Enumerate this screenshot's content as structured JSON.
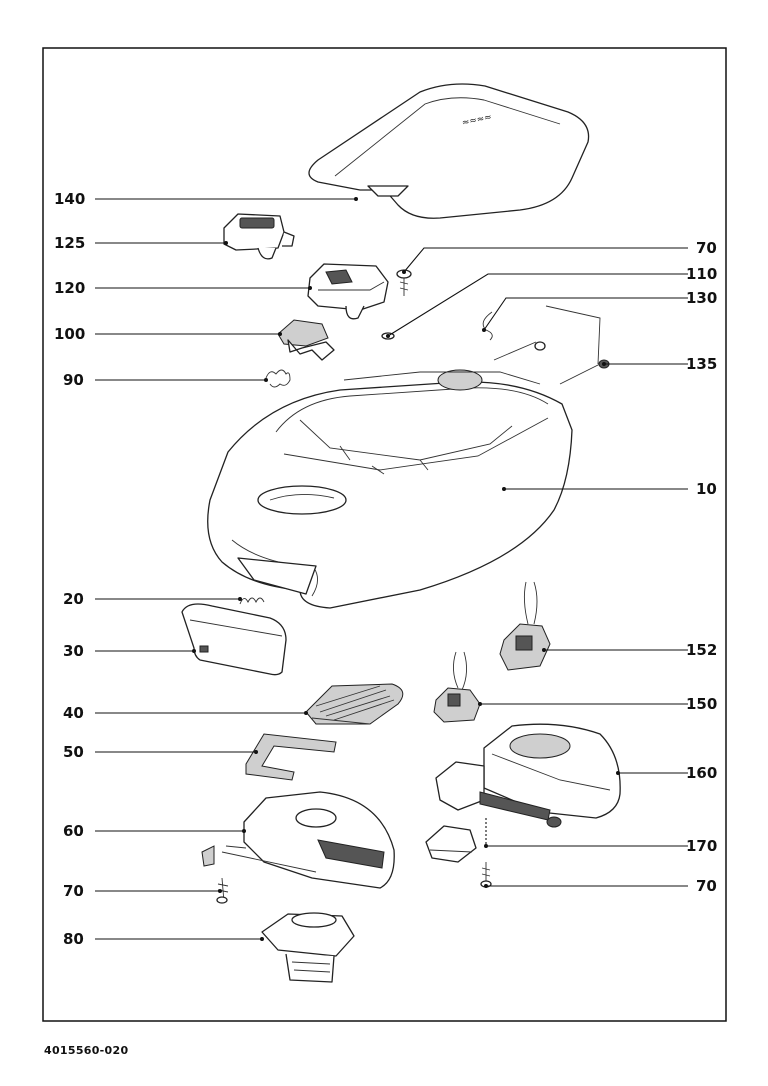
{
  "document_code": "4015560-020",
  "callouts_left": [
    {
      "id": "140",
      "label": "140"
    },
    {
      "id": "125",
      "label": "125"
    },
    {
      "id": "120",
      "label": "120"
    },
    {
      "id": "100",
      "label": "100"
    },
    {
      "id": "90",
      "label": "90"
    },
    {
      "id": "20",
      "label": "20"
    },
    {
      "id": "30",
      "label": "30"
    },
    {
      "id": "40",
      "label": "40"
    },
    {
      "id": "50",
      "label": "50"
    },
    {
      "id": "60",
      "label": "60"
    },
    {
      "id": "70a",
      "label": "70"
    },
    {
      "id": "80",
      "label": "80"
    }
  ],
  "callouts_right": [
    {
      "id": "70b",
      "label": "70"
    },
    {
      "id": "110",
      "label": "110"
    },
    {
      "id": "130",
      "label": "130"
    },
    {
      "id": "135",
      "label": "135"
    },
    {
      "id": "10",
      "label": "10"
    },
    {
      "id": "152",
      "label": "152"
    },
    {
      "id": "150",
      "label": "150"
    },
    {
      "id": "160",
      "label": "160"
    },
    {
      "id": "170",
      "label": "170"
    },
    {
      "id": "70c",
      "label": "70"
    }
  ]
}
